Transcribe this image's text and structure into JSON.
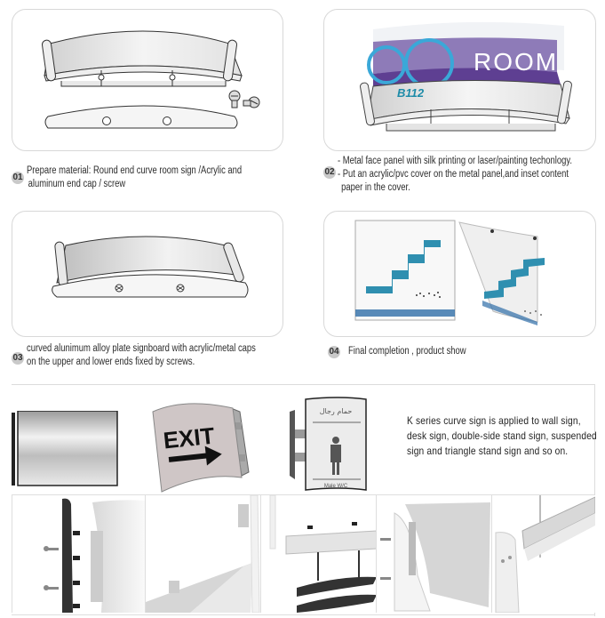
{
  "steps": [
    {
      "number": "01",
      "lines": [
        "Prepare material: Round end curve room sign /Acrylic and",
        "aluminum end cap / screw"
      ]
    },
    {
      "number": "02",
      "lines": [
        "- Metal face panel with silk printing or laser/painting techonlogy.",
        "- Put an acrylic/pvc cover on the metal panel,and inset content",
        "paper in the cover."
      ]
    },
    {
      "number": "03",
      "lines": [
        "curved alunimum alloy plate signboard with acrylic/metal caps",
        "on the upper and lower ends fixed by screws."
      ]
    },
    {
      "number": "04",
      "lines": [
        "Final completion , product show"
      ]
    }
  ],
  "illustrations": {
    "room_sign": {
      "title": "ROOM",
      "code": "B112"
    },
    "exit_sign": {
      "text": "EXIT"
    },
    "wc_sign": {
      "arabic": "حمام رجال",
      "label": "Male W/C"
    }
  },
  "description": {
    "lines": [
      "K series curve sign is applied to wall sign,",
      "desk sign, double-side stand sign, suspended",
      "sign and triangle stand sign and so on."
    ]
  },
  "colors": {
    "panel_border": "#d8d8d8",
    "purple_band": "#6b4f9a",
    "cyan_accent": "#3aa8d8",
    "stair_blue": "#2f8fb0",
    "badge_gray": "#c9c9c9"
  }
}
